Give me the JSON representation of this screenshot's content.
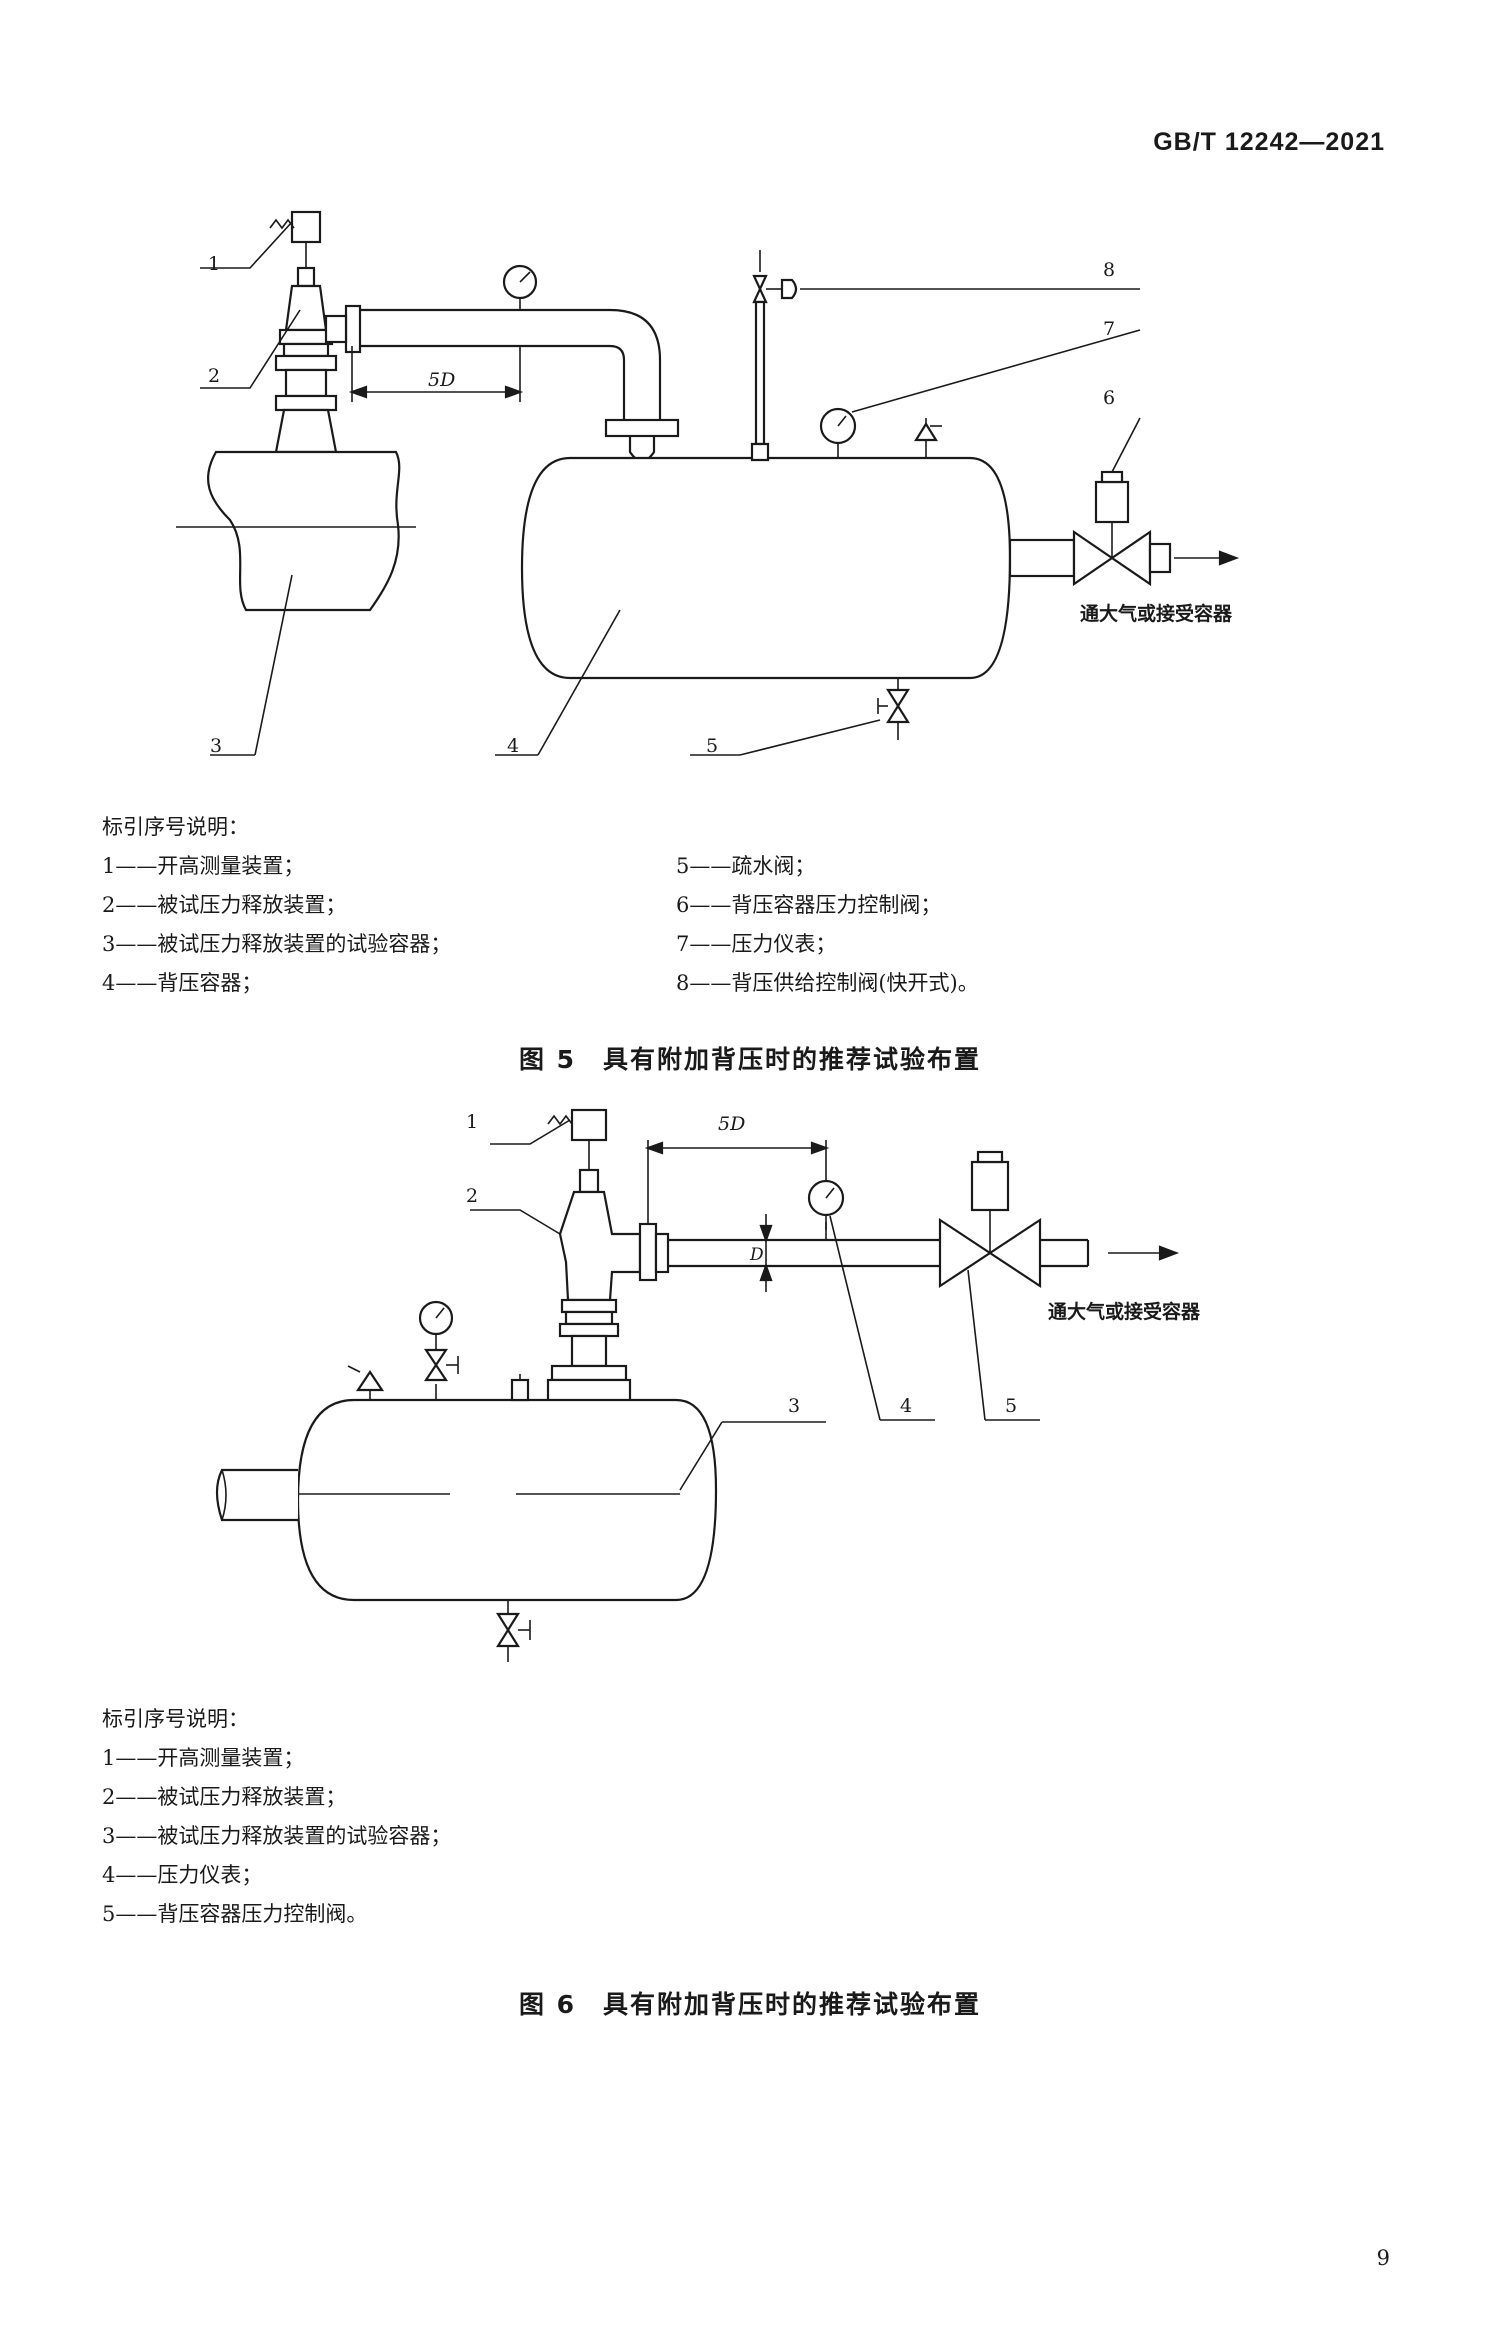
{
  "header": {
    "standard_code": "GB/T 12242—2021"
  },
  "figure5": {
    "callouts": [
      "1",
      "2",
      "3",
      "4",
      "5",
      "6",
      "7",
      "8"
    ],
    "dim_label": "5D",
    "outlet_note": "通大气或接受容器",
    "legend_title": "标引序号说明：",
    "legend_left": [
      "1——开高测量装置；",
      "2——被试压力释放装置；",
      "3——被试压力释放装置的试验容器；",
      "4——背压容器；"
    ],
    "legend_right": [
      "5——疏水阀；",
      "6——背压容器压力控制阀；",
      "7——压力仪表；",
      "8——背压供给控制阀(快开式)。"
    ],
    "caption": "图 5　具有附加背压时的推荐试验布置"
  },
  "figure6": {
    "callouts": [
      "1",
      "2",
      "3",
      "4",
      "5"
    ],
    "dim_label": "5D",
    "dim_d_label": "D",
    "outlet_note": "通大气或接受容器",
    "legend_title": "标引序号说明：",
    "legend": [
      "1——开高测量装置；",
      "2——被试压力释放装置；",
      "3——被试压力释放装置的试验容器；",
      "4——压力仪表；",
      "5——背压容器压力控制阀。"
    ],
    "caption": "图 6　具有附加背压时的推荐试验布置"
  },
  "footer": {
    "page_number": "9"
  }
}
